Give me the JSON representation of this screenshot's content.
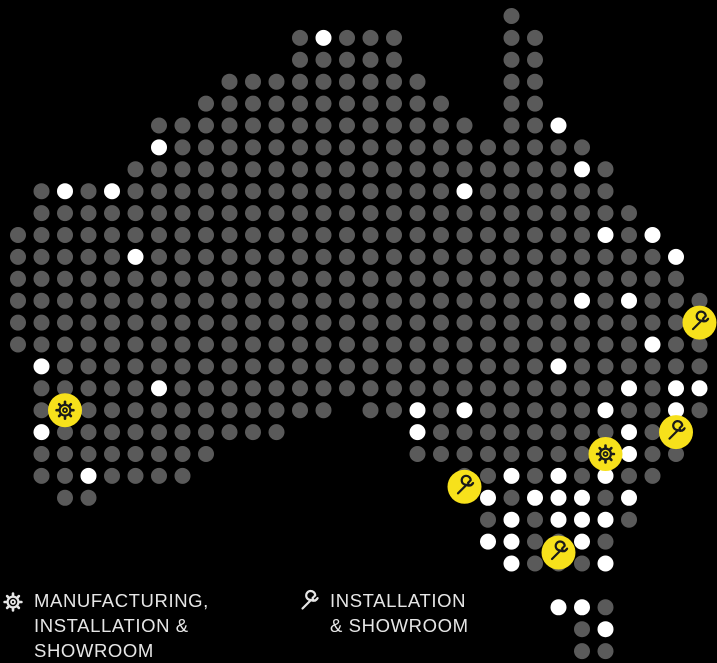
{
  "colors": {
    "background": "#000000",
    "dot": "#5a5a5a",
    "highlight": "#ffffff",
    "marker": "#f7e11b",
    "marker_icon": "#1a1a1a",
    "legend_text": "#e6e6e6"
  },
  "map": {
    "region": "australia",
    "markers": [
      {
        "type": "manufacturing",
        "icon": "gear-icon",
        "location": "western-australia"
      },
      {
        "type": "manufacturing",
        "icon": "gear-icon",
        "location": "south-east"
      },
      {
        "type": "installation",
        "icon": "wrench-icon",
        "location": "east-coast-north"
      },
      {
        "type": "installation",
        "icon": "wrench-icon",
        "location": "east-coast"
      },
      {
        "type": "installation",
        "icon": "wrench-icon",
        "location": "south"
      },
      {
        "type": "installation",
        "icon": "wrench-icon",
        "location": "south-coast"
      }
    ]
  },
  "legend": {
    "manufacturing": {
      "icon": "gear-icon",
      "label": "MANUFACTURING,\nINSTALLATION &\nSHOWROOM"
    },
    "installation": {
      "icon": "wrench-icon",
      "label": "INSTALLATION\n& SHOWROOM"
    }
  }
}
